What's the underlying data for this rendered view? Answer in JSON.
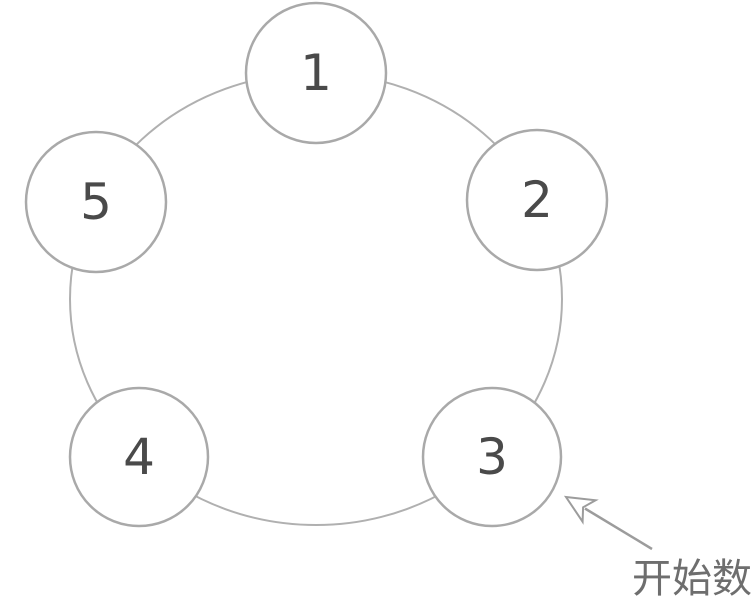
{
  "diagram": {
    "type": "cycle-diagram",
    "nodes": [
      {
        "id": "1",
        "label": "1"
      },
      {
        "id": "2",
        "label": "2"
      },
      {
        "id": "3",
        "label": "3"
      },
      {
        "id": "4",
        "label": "4"
      },
      {
        "id": "5",
        "label": "5"
      }
    ],
    "annotation": {
      "label": "开始数",
      "points_to_node": "3"
    },
    "colors": {
      "background": "#ffffff",
      "ring": "#b0b0b0",
      "node_border": "#a9a9a9",
      "node_fill": "#ffffff",
      "number": "#4a4a4a",
      "arrow": "#9c9c9c",
      "annotation_text": "#6e6e6e"
    }
  }
}
